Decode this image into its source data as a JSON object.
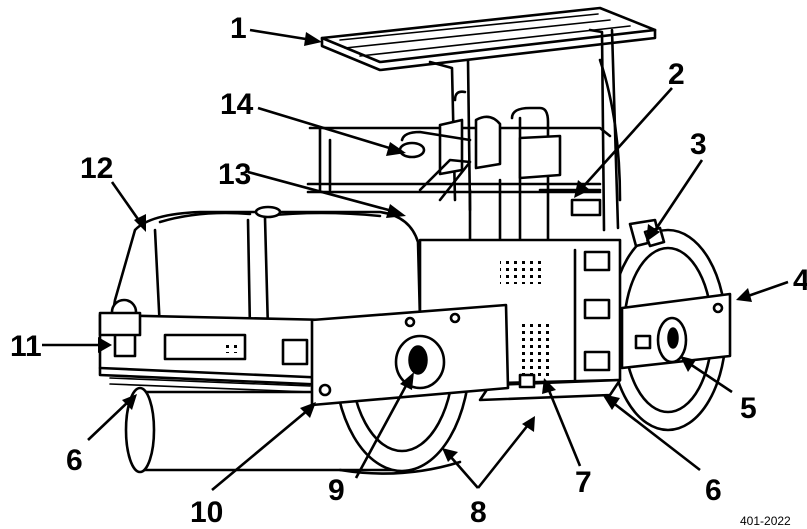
{
  "figure": {
    "figure_number": "401-2022",
    "callouts": [
      {
        "id": "callout-1",
        "label": "1"
      },
      {
        "id": "callout-2",
        "label": "2"
      },
      {
        "id": "callout-3",
        "label": "3"
      },
      {
        "id": "callout-4",
        "label": "4"
      },
      {
        "id": "callout-5",
        "label": "5"
      },
      {
        "id": "callout-6a",
        "label": "6"
      },
      {
        "id": "callout-6b",
        "label": "6"
      },
      {
        "id": "callout-7",
        "label": "7"
      },
      {
        "id": "callout-8",
        "label": "8"
      },
      {
        "id": "callout-9",
        "label": "9"
      },
      {
        "id": "callout-10",
        "label": "10"
      },
      {
        "id": "callout-11",
        "label": "11"
      },
      {
        "id": "callout-12",
        "label": "12"
      },
      {
        "id": "callout-13",
        "label": "13"
      },
      {
        "id": "callout-14",
        "label": "14"
      }
    ]
  },
  "colors": {
    "ink": "#000000",
    "paper": "#ffffff"
  }
}
